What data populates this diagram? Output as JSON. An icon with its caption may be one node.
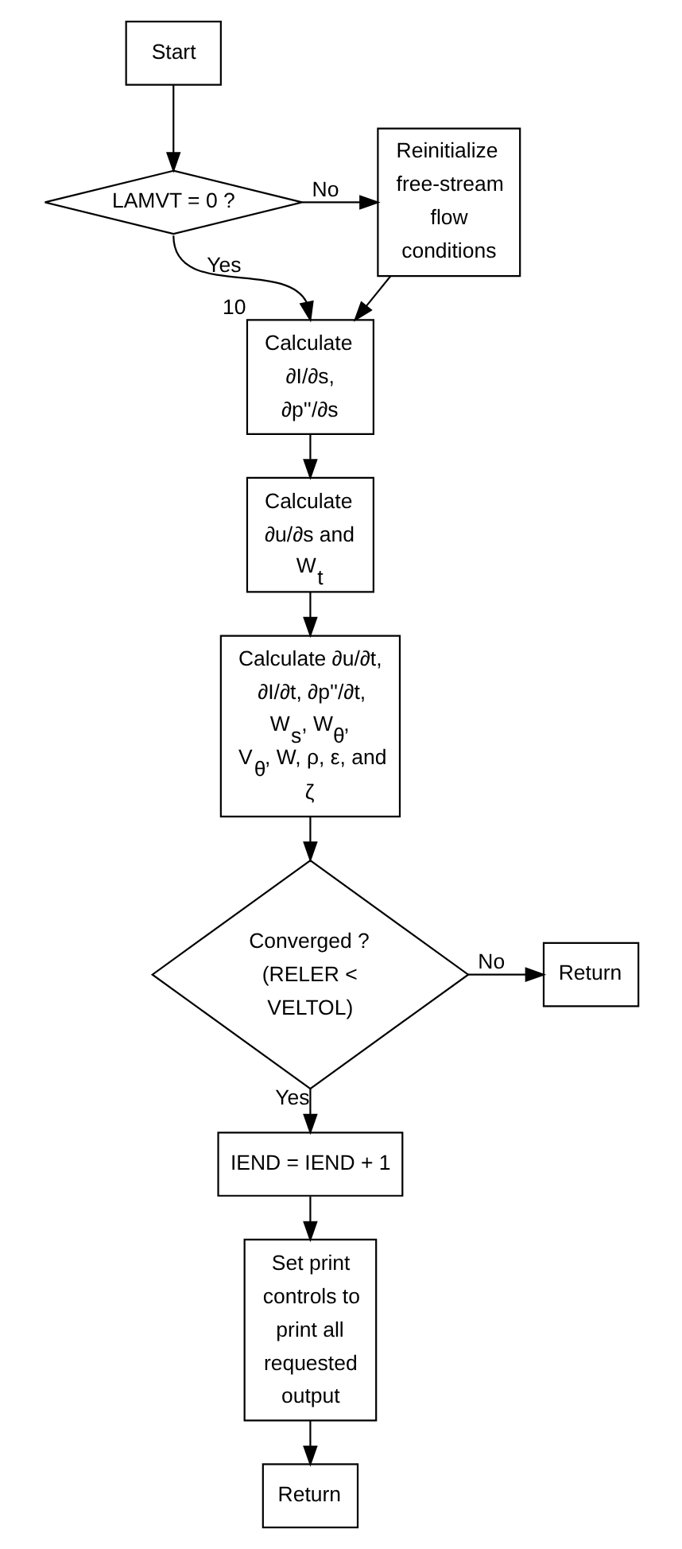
{
  "diagram": {
    "nodes": [
      {
        "text": [
          "Start"
        ]
      },
      {
        "text": [
          "LAMVT = 0 ?"
        ]
      },
      {
        "text": [
          "Reinitialize free-stream flow conditions"
        ]
      },
      {
        "text": [
          "Calculate ∂I/∂s, ∂p''/∂s"
        ],
        "beside": [
          "10"
        ]
      },
      {
        "text": [
          "Calculate ∂u/∂s and W$_{t}$"
        ]
      },
      {
        "text": [
          "Calculate ∂u/∂t, ∂I/∂t, ∂p''/∂t, W$_{s}$, W$_{θ}$, V$_{θ}$, W, ρ, ε, and ζ"
        ]
      },
      {
        "text": [
          "Converged ? (RELER < VELTOL)"
        ]
      },
      {
        "text": [
          "Return"
        ]
      },
      {
        "text": [
          "IEND = IEND + 1"
        ]
      },
      {
        "text": [
          "Set print controls to print all requested output"
        ]
      },
      {
        "text": [
          "Return"
        ]
      }
    ],
    "edges": [
      {
        "from": 0,
        "to": 1,
        "arrow": "to"
      },
      {
        "from": 1,
        "to": 2,
        "arrow": "to",
        "label": "No"
      },
      {
        "from": 1,
        "to": 3,
        "arrow": "to",
        "label": "Yes"
      },
      {
        "from": 2,
        "to": 3,
        "arrow": "to"
      },
      {
        "from": 3,
        "to": 4,
        "arrow": "to"
      },
      {
        "from": 4,
        "to": 5,
        "arrow": "to"
      },
      {
        "from": 5,
        "to": 6,
        "arrow": "to"
      },
      {
        "from": 6,
        "to": 7,
        "arrow": "to",
        "label": "No"
      },
      {
        "from": 6,
        "to": 8,
        "arrow": "to",
        "label": "Yes"
      },
      {
        "from": 8,
        "to": 9,
        "arrow": "to"
      },
      {
        "from": 9,
        "to": 10,
        "arrow": "to"
      }
    ]
  }
}
